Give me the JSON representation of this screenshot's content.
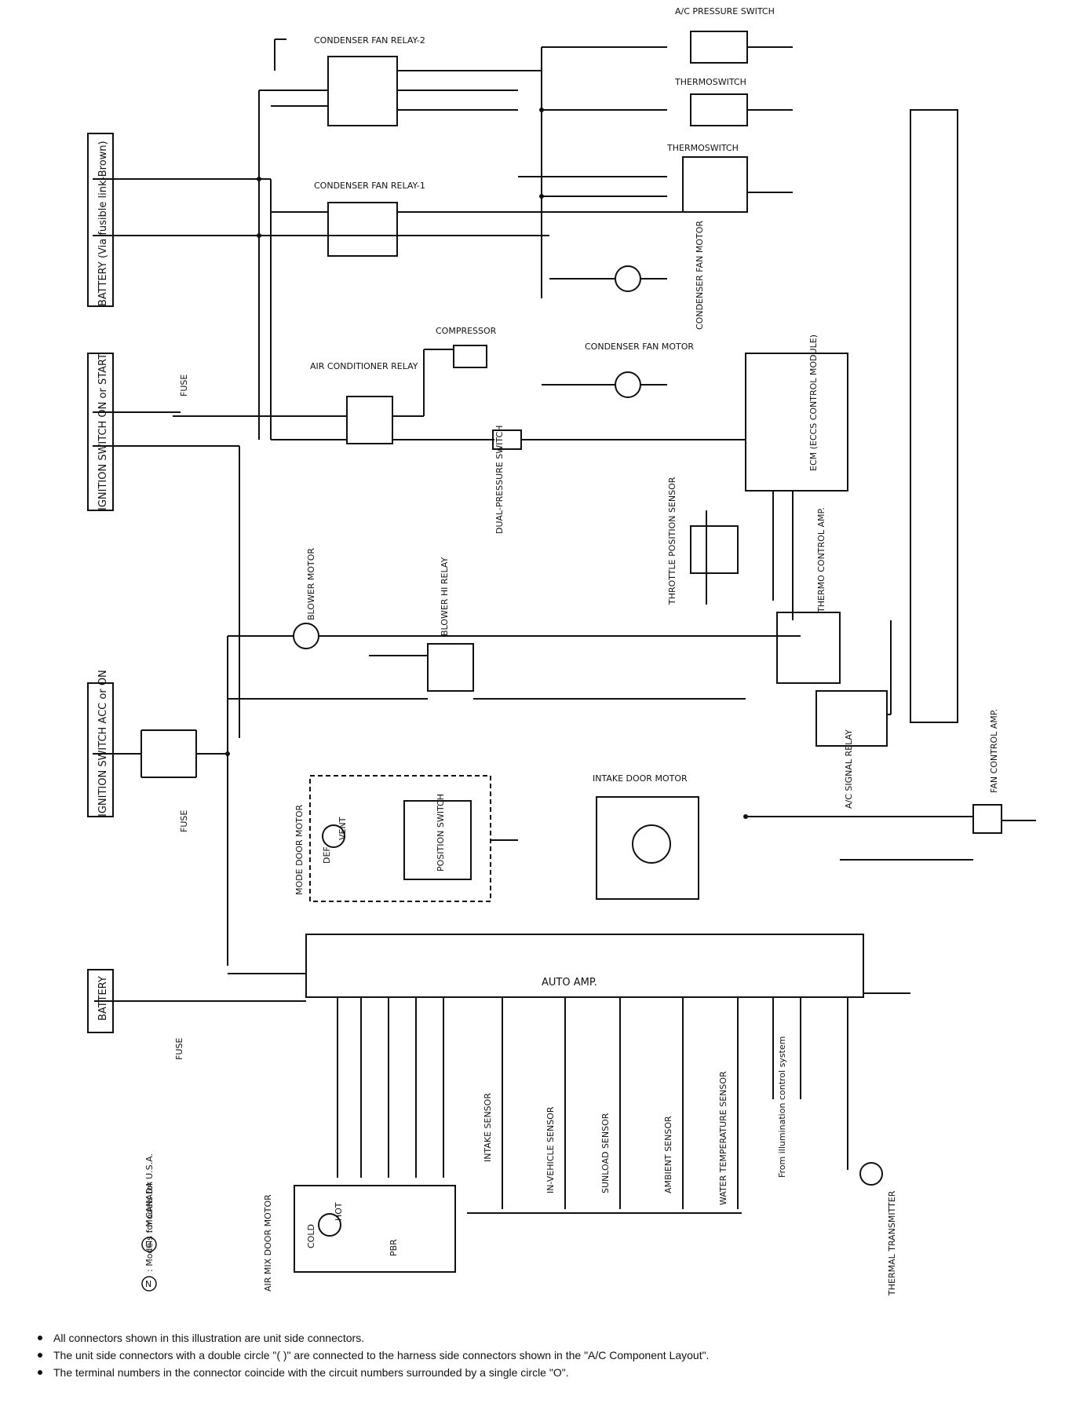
{
  "components": {
    "battery_main": "BATTERY (Via fusible link-Brown)",
    "ign_start": "IGNITION SWITCH ON or START",
    "ign_acc": "IGNITION SWITCH ACC or ON",
    "battery2": "BATTERY",
    "fuse": "FUSE",
    "cond_relay2": "CONDENSER FAN RELAY-2",
    "cond_relay1": "CONDENSER FAN RELAY-1",
    "ac_press_sw": "A/C PRESSURE SWITCH",
    "thermoswitch_a": "THERMOSWITCH",
    "thermoswitch_b": "THERMOSWITCH",
    "cond_fan_motor_a": "CONDENSER FAN MOTOR",
    "cond_fan_motor_b": "CONDENSER FAN MOTOR",
    "compressor": "COMPRESSOR",
    "ac_relay": "AIR CONDITIONER RELAY",
    "dual_press": "DUAL-PRESSURE SWITCH",
    "ecm": "ECM (ECCS CONTROL MODULE)",
    "throttle": "THROTTLE POSITION SENSOR",
    "thermo_amp": "THERMO CONTROL AMP.",
    "blower": "BLOWER MOTOR",
    "blower_hi": "BLOWER HI RELAY",
    "ac_signal": "A/C SIGNAL RELAY",
    "fan_amp": "FAN CONTROL AMP.",
    "mode_door": "MODE DOOR MOTOR",
    "position_sw": "POSITION SWITCH",
    "intake_door": "INTAKE DOOR MOTOR",
    "auto_amp": "AUTO AMP.",
    "air_mix": "AIR MIX DOOR MOTOR",
    "intake_sensor": "INTAKE SENSOR",
    "invehicle": "IN-VEHICLE SENSOR",
    "sunload": "SUNLOAD SENSOR",
    "ambient": "AMBIENT SENSOR",
    "water_temp": "WATER TEMPERATURE SENSOR",
    "illum": "From illumination control system",
    "thermal_tx": "THERMAL TRANSMITTER",
    "vent": "VENT",
    "def": "DEF",
    "hot": "HOT",
    "cold": "COLD",
    "pbr": "PBR"
  },
  "legend": {
    "usa": ": Models for U.S.A.",
    "canada": ": Models for CANADA"
  },
  "notes": [
    "All connectors shown in this illustration are unit side connectors.",
    "The unit side connectors with a double circle \"( )\" are connected to the harness side connectors shown in the \"A/C Component Layout\".",
    "The terminal numbers in the connector coincide with the circuit numbers surrounded by a single circle \"O\"."
  ]
}
